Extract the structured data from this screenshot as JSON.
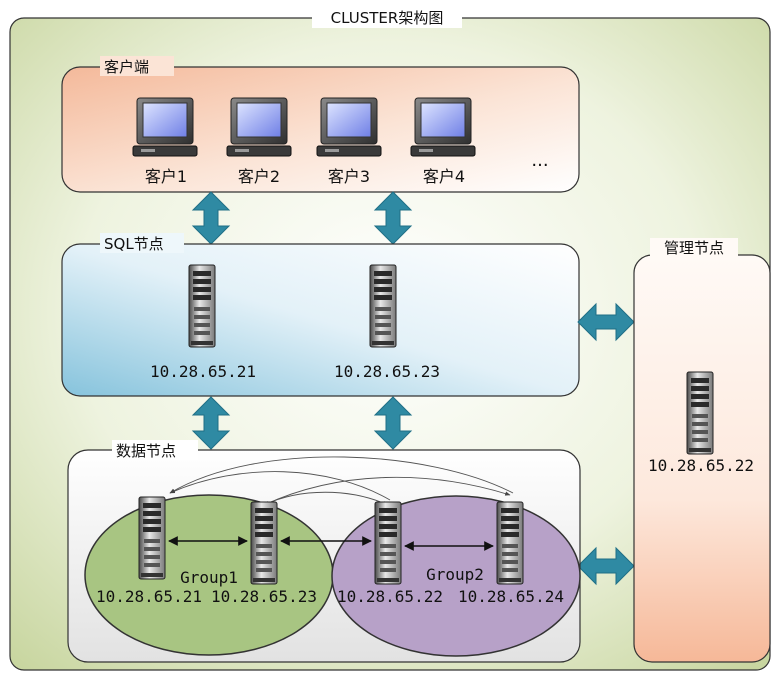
{
  "title": "CLUSTER架构图",
  "clients": {
    "label": "客户端",
    "items": [
      "客户1",
      "客户2",
      "客户3",
      "客户4"
    ],
    "ellipsis": "..."
  },
  "sql": {
    "label": "SQL节点",
    "nodes": [
      "10.28.65.21",
      "10.28.65.23"
    ]
  },
  "data": {
    "label": "数据节点",
    "groups": [
      "Group1",
      "Group2"
    ],
    "nodes": [
      "10.28.65.21",
      "10.28.65.23",
      "10.28.65.22",
      "10.28.65.24"
    ]
  },
  "mgmt": {
    "label": "管理节点",
    "node": "10.28.65.22"
  }
}
